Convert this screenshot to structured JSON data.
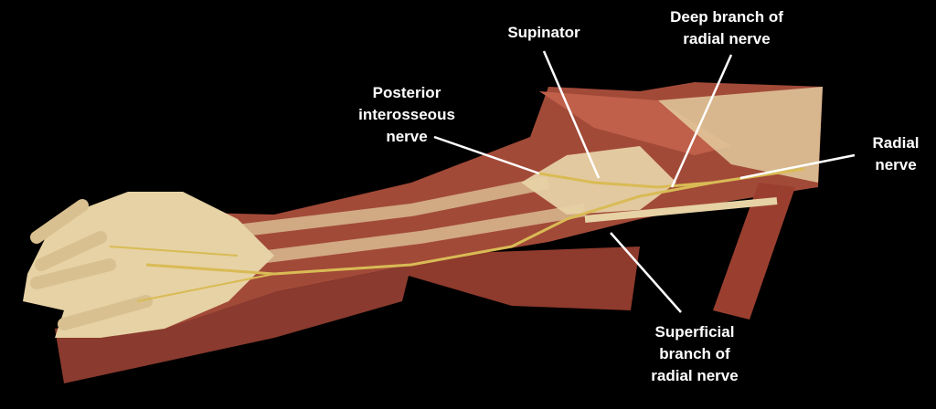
{
  "labels": {
    "supinator": [
      "Supinator"
    ],
    "deep_branch": [
      "Deep branch of",
      "radial nerve"
    ],
    "posterior_interosseous": [
      "Posterior",
      "interosseous",
      "nerve"
    ],
    "radial_nerve": [
      "Radial",
      "nerve"
    ],
    "superficial_branch": [
      "Superficial",
      "branch of",
      "radial nerve"
    ]
  },
  "colors": {
    "background": "#000000",
    "label": "#ffffff",
    "muscle": "#8e3a2c",
    "tendon": "#e6d2a4",
    "nerve": "#d9bb55"
  }
}
